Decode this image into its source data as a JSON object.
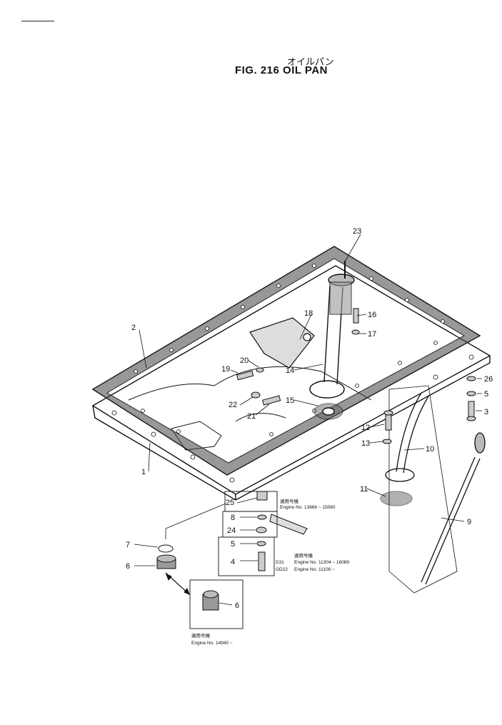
{
  "figure": {
    "title_jp": "オイルパン",
    "title_en": "FIG. 216  OIL PAN"
  },
  "callouts": [
    "1",
    "2",
    "3",
    "4",
    "5",
    "5",
    "6",
    "6",
    "7",
    "8",
    "9",
    "10",
    "11",
    "12",
    "13",
    "14",
    "15",
    "16",
    "17",
    "18",
    "19",
    "20",
    "21",
    "22",
    "23",
    "24",
    "25",
    "26"
  ],
  "notes": {
    "note_25_jp": "適用号機",
    "note_25": "Engine No. 13866 ~ 15080",
    "note_d31": "D31",
    "note_gd22": "GD22",
    "note_d31_jp": "適用号機",
    "note_d31_engine": "Engine No. 11304 ~ 16089",
    "note_gd22_engine": "Engine No. 11106 ~",
    "note_6_jp": "適用号機",
    "note_6": "Engine No. 14940 ~"
  }
}
